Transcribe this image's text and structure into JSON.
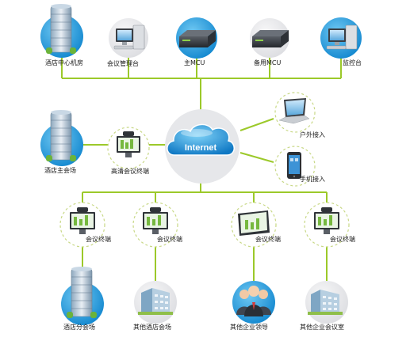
{
  "colors": {
    "line": "#9cc92a",
    "circle_blue": "#1a96d8",
    "circle_gray": "#e6e7ea",
    "dashed_ring": "#c8d886",
    "cloud": "#1d8fd4"
  },
  "center": {
    "label": "Internet"
  },
  "top_row": [
    {
      "id": "hotel-datacenter",
      "label": "酒店中心机房",
      "icon": "server-tower-icon"
    },
    {
      "id": "meeting-mgmt",
      "label": "会议管理台",
      "icon": "desktop-computer-icon"
    },
    {
      "id": "main-mcu",
      "label": "主MCU",
      "icon": "mcu-device-icon"
    },
    {
      "id": "backup-mcu",
      "label": "备用MCU",
      "icon": "mcu-device-icon"
    },
    {
      "id": "monitor-station",
      "label": "监控台",
      "icon": "desktop-computer-icon"
    }
  ],
  "middle_row": [
    {
      "id": "hotel-main-venue",
      "label": "酒店主会场",
      "icon": "server-tower-icon"
    },
    {
      "id": "hd-terminal",
      "label": "高清会议终端",
      "icon": "video-terminal-icon"
    },
    {
      "id": "outdoor-access",
      "label": "户外接入",
      "icon": "laptop-icon"
    },
    {
      "id": "mobile-access",
      "label": "手机接入",
      "icon": "smartphone-icon"
    }
  ],
  "terminals": [
    {
      "id": "terminal-1",
      "label": "会议终端",
      "icon": "video-terminal-icon"
    },
    {
      "id": "terminal-2",
      "label": "会议终端",
      "icon": "video-terminal-icon"
    },
    {
      "id": "terminal-3",
      "label": "会议终端",
      "icon": "tablet-terminal-icon"
    },
    {
      "id": "terminal-4",
      "label": "会议终端",
      "icon": "video-terminal-icon"
    }
  ],
  "bottom_row": [
    {
      "id": "hotel-branch-venue",
      "label": "酒店分会场",
      "icon": "server-tower-icon"
    },
    {
      "id": "other-hotel-venue",
      "label": "其他酒店会场",
      "icon": "building-icon"
    },
    {
      "id": "enterprise-leaders",
      "label": "其他企业领导",
      "icon": "people-icon"
    },
    {
      "id": "enterprise-room",
      "label": "其他企业会议室",
      "icon": "building-icon"
    }
  ]
}
